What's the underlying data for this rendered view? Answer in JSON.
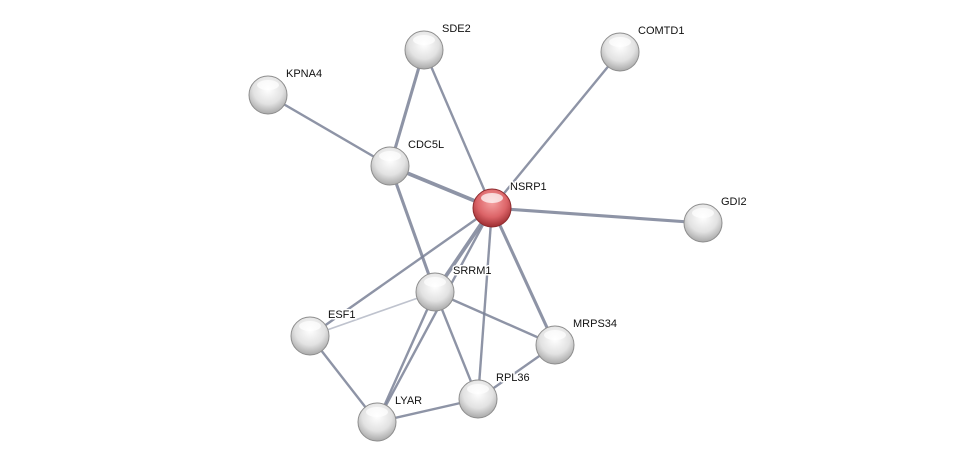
{
  "network": {
    "query_protein": "NSRP1",
    "colors": {
      "query": "#d9595c",
      "node": "#e4e4e4",
      "edge": "#7a8196",
      "edge_weak": "#b4b8c6"
    },
    "nodes": [
      {
        "id": "SDE2",
        "label": "SDE2"
      },
      {
        "id": "COMTD1",
        "label": "COMTD1"
      },
      {
        "id": "KPNA4",
        "label": "KPNA4"
      },
      {
        "id": "CDC5L",
        "label": "CDC5L"
      },
      {
        "id": "NSRP1",
        "label": "NSRP1"
      },
      {
        "id": "GDI2",
        "label": "GDI2"
      },
      {
        "id": "SRRM1",
        "label": "SRRM1"
      },
      {
        "id": "ESF1",
        "label": "ESF1"
      },
      {
        "id": "MRPS34",
        "label": "MRPS34"
      },
      {
        "id": "RPL36",
        "label": "RPL36"
      },
      {
        "id": "LYAR",
        "label": "LYAR"
      }
    ],
    "edges": [
      {
        "from": "SDE2",
        "to": "CDC5L",
        "strength": 3
      },
      {
        "from": "SDE2",
        "to": "NSRP1",
        "strength": 2
      },
      {
        "from": "COMTD1",
        "to": "NSRP1",
        "strength": 2
      },
      {
        "from": "KPNA4",
        "to": "CDC5L",
        "strength": 2
      },
      {
        "from": "CDC5L",
        "to": "NSRP1",
        "strength": 4
      },
      {
        "from": "CDC5L",
        "to": "SRRM1",
        "strength": 3
      },
      {
        "from": "NSRP1",
        "to": "GDI2",
        "strength": 3
      },
      {
        "from": "NSRP1",
        "to": "SRRM1",
        "strength": 4
      },
      {
        "from": "NSRP1",
        "to": "ESF1",
        "strength": 2
      },
      {
        "from": "NSRP1",
        "to": "MRPS34",
        "strength": 3
      },
      {
        "from": "NSRP1",
        "to": "RPL36",
        "strength": 2
      },
      {
        "from": "NSRP1",
        "to": "LYAR",
        "strength": 2
      },
      {
        "from": "SRRM1",
        "to": "ESF1",
        "strength": 1
      },
      {
        "from": "SRRM1",
        "to": "LYAR",
        "strength": 2
      },
      {
        "from": "SRRM1",
        "to": "RPL36",
        "strength": 2
      },
      {
        "from": "SRRM1",
        "to": "MRPS34",
        "strength": 2
      },
      {
        "from": "ESF1",
        "to": "LYAR",
        "strength": 2
      },
      {
        "from": "LYAR",
        "to": "RPL36",
        "strength": 2
      },
      {
        "from": "RPL36",
        "to": "MRPS34",
        "strength": 2
      }
    ]
  }
}
